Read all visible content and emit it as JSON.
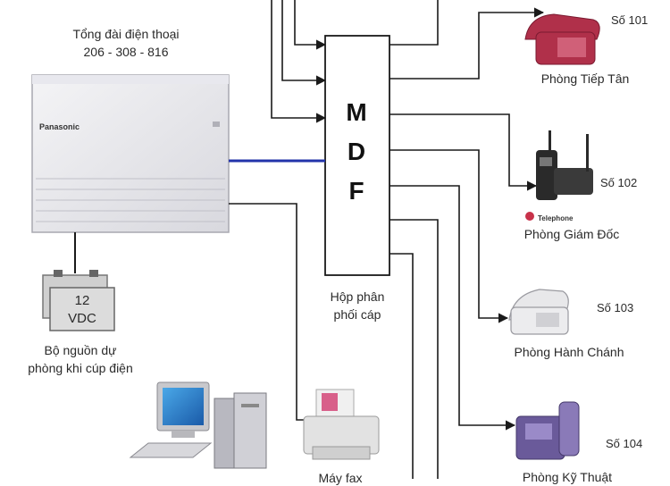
{
  "pbx": {
    "title_line1": "Tổng đài điện thoại",
    "title_line2": "206 - 308 - 816",
    "brand": "Panasonic"
  },
  "mdf": {
    "letters": [
      "M",
      "D",
      "F"
    ],
    "caption_line1": "Hộp phân",
    "caption_line2": "phối cáp"
  },
  "battery": {
    "label_line1": "12",
    "label_line2": "VDC",
    "caption_line1": "Bộ nguồn dự",
    "caption_line2": "phòng khi cúp điện"
  },
  "extensions": [
    {
      "number": "Số 101",
      "room": "Phòng Tiếp Tân"
    },
    {
      "number": "Số 102",
      "room": "Phòng Giám Đốc"
    },
    {
      "number": "Số 103",
      "room": "Phòng Hành Chánh"
    },
    {
      "number": "Số 104",
      "room": "Phòng Kỹ Thuật"
    }
  ],
  "telephone_badge": "Telephone",
  "printer_caption": "Máy fax",
  "colors": {
    "line": "#1a1a1a",
    "blue_link": "#2233aa",
    "phone1_red": "#b0304a",
    "phone4_purple": "#6a5a9a",
    "badge_red": "#c8324a"
  }
}
